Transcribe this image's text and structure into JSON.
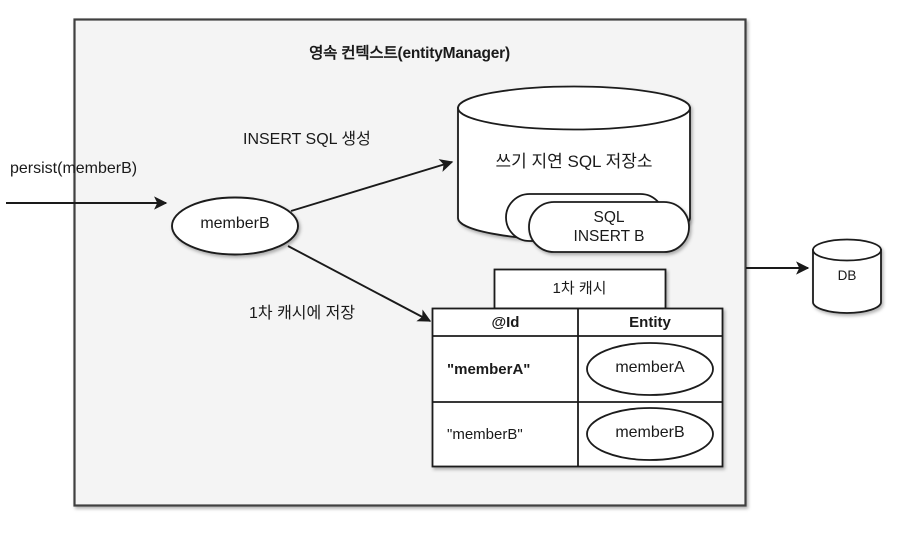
{
  "diagram": {
    "context_box": {
      "title": "영속 컨텍스트(entityManager)"
    },
    "entry": {
      "call_label": "persist(memberB)",
      "entity_node": "memberB"
    },
    "edges": [
      {
        "label": "INSERT SQL 생성"
      },
      {
        "label": "1차 캐시에 저장"
      }
    ],
    "write_behind_store": {
      "title": "쓰기 지연 SQL 저장소",
      "queued_sql": [
        {
          "line1": "SQL",
          "line2": "INSERT B"
        }
      ]
    },
    "first_level_cache": {
      "tab_label": "1차 캐시",
      "columns": [
        "@Id",
        "Entity"
      ],
      "rows": [
        {
          "id": "\"memberA\"",
          "entity": "memberA"
        },
        {
          "id": "\"memberB\"",
          "entity": "memberB"
        }
      ]
    },
    "database": {
      "label": "DB"
    },
    "colors": {
      "context_fill": "#f4f4f4",
      "context_stroke": "#3f3f3f",
      "shape_stroke": "#1a1a1a",
      "shape_fill": "#ffffff",
      "text": "#1a1a1a"
    }
  }
}
